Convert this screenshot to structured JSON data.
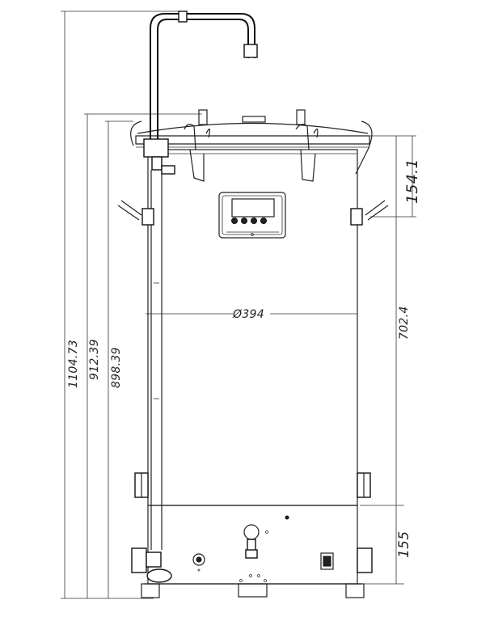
{
  "dimensions": {
    "overall_height": "1104.73",
    "body_height_outer": "912.39",
    "body_height_inner": "898.39",
    "diameter": "Ø394",
    "lid_to_handle": "154.1",
    "shell_height": "702.4",
    "base_height": "155"
  },
  "colors": {
    "line": "#222222",
    "background": "#ffffff",
    "display_screen": "#ffffff"
  },
  "icons": {
    "control_panel": "display-with-four-buttons",
    "power_switch": "rocker-switch",
    "connector": "round-socket"
  }
}
